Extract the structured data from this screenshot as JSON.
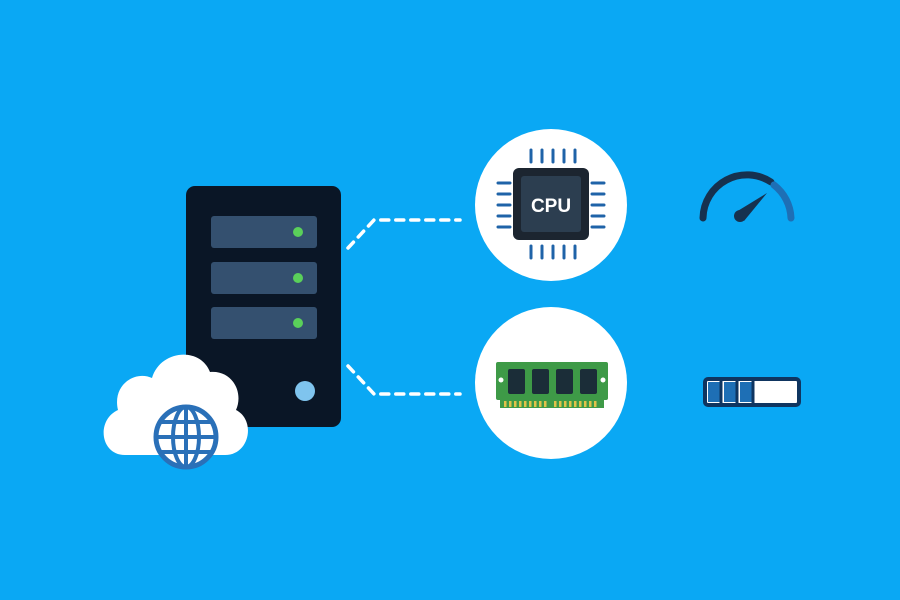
{
  "colors": {
    "background": "#0aa8f4",
    "server_body": "#0a1626",
    "drive_slot": "#34506f",
    "led_green": "#5ad05a",
    "power_button": "#7fc4ee",
    "cloud": "#ffffff",
    "globe": "#2a70b8",
    "connector": "#ffffff",
    "chip": "#1c2530",
    "chip_face": "#2c3e50",
    "chip_pins": "#1f63a8",
    "ram_board": "#3e9a47",
    "ram_chip": "#1b2d38",
    "ram_contacts": "#e1c24a",
    "gauge": "#16314f",
    "gauge_accent": "#1e6fb5",
    "memory_bar": "#0f3560"
  },
  "icons": {
    "server": "server-tower-icon",
    "cloud": "cloud-icon",
    "globe": "globe-icon",
    "cpu": "cpu-chip-icon",
    "ram": "ram-module-icon",
    "gauge": "speedometer-gauge-icon",
    "memory_bar": "memory-usage-bar-icon"
  },
  "cpu": {
    "label": "CPU"
  },
  "memory_usage": {
    "filled_segments": 3,
    "total_segments": 5
  }
}
